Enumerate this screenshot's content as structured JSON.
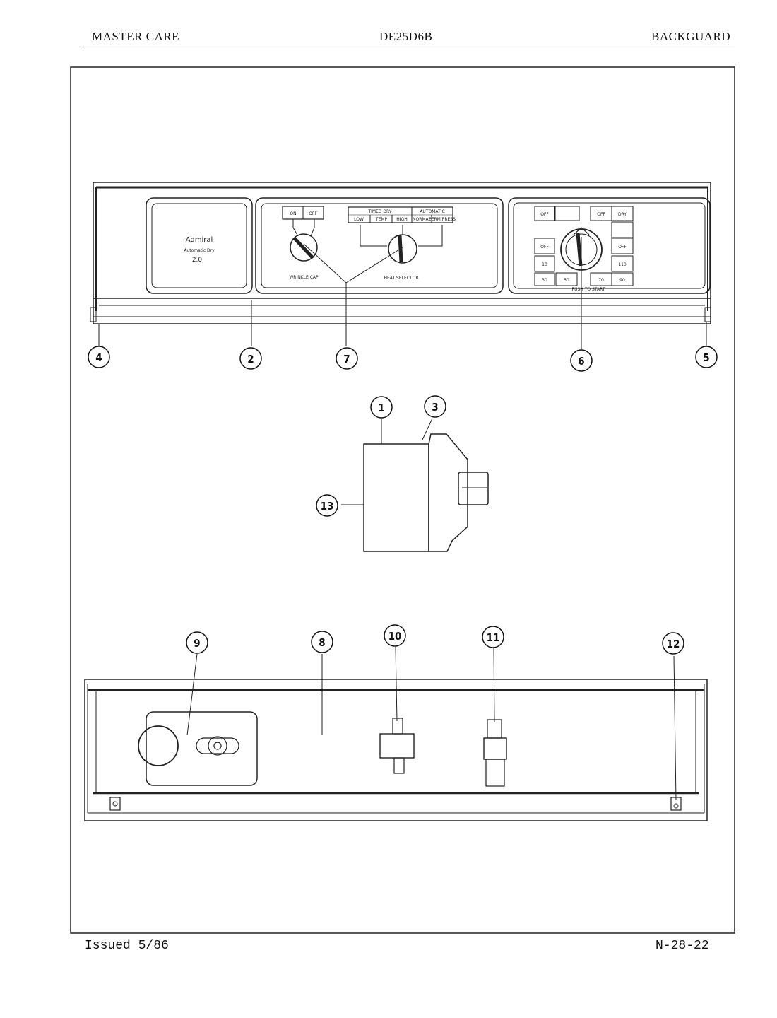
{
  "header": {
    "left": "MASTER CARE",
    "center": "DE25D6B",
    "right": "BACKGUARD"
  },
  "footer": {
    "left": "Issued 5/86",
    "right": "N-28-22"
  },
  "panel": {
    "brand": "Admiral",
    "brand_sub": "Automatic Dry",
    "brand_num": "2.0",
    "left_switch": [
      "ON",
      "OFF"
    ],
    "left_label": "WRINKLE CAP",
    "heat_top": [
      "TIMED DRY",
      "AUTOMATIC"
    ],
    "heat_buttons": [
      "LOW",
      "TEMP",
      "HIGH",
      "NORMAL",
      "PERM PRESS"
    ],
    "heat_label": "HEAT SELECTOR",
    "timer_left": [
      "OFF",
      "",
      "OFF",
      "10",
      "30",
      "50"
    ],
    "timer_right": [
      "OFF",
      "DRY",
      "OFF",
      "110",
      "70",
      "90"
    ],
    "timer_label": "PUSH TO START"
  },
  "callouts": {
    "c1": "1",
    "c2": "2",
    "c3": "3",
    "c4": "4",
    "c5": "5",
    "c6": "6",
    "c7": "7",
    "c8": "8",
    "c9": "9",
    "c10": "10",
    "c11": "11",
    "c12": "12",
    "c13": "13"
  }
}
